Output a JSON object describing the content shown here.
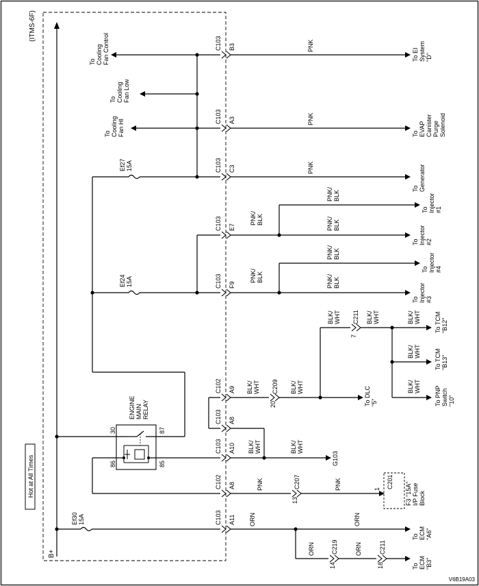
{
  "title": "(ITMS-6F)",
  "figure_id": "V6B19A03",
  "hot_label": "Hot at All Times",
  "bplus_label": "B+",
  "fuses": {
    "ef27": [
      "Ef27",
      "15A"
    ],
    "ef24": [
      "Ef24",
      "15A"
    ],
    "ef30": [
      "Ef30",
      "15A"
    ]
  },
  "relay": {
    "name": [
      "ENGINE",
      "MAIN",
      "RELAY"
    ],
    "pins": {
      "p30": "30",
      "p87": "87",
      "p86": "86",
      "p85": "85"
    }
  },
  "connectors": {
    "b3": [
      "C103",
      "B3"
    ],
    "a3": [
      "C103",
      "A3"
    ],
    "c3": [
      "C103",
      "C3"
    ],
    "e7": [
      "C103",
      "E7"
    ],
    "f9": [
      "C103",
      "F9"
    ],
    "a9": [
      "C102",
      "A9"
    ],
    "a8_c103": [
      "C103",
      "A8"
    ],
    "a10": [
      "C103",
      "A10"
    ],
    "a8_c102": [
      "C102",
      "A8"
    ],
    "a11": [
      "C103",
      "A11"
    ],
    "c211_top": [
      "C211",
      "7"
    ],
    "c209": [
      "C209",
      "20"
    ],
    "c207": [
      "C207",
      "13"
    ],
    "c201": [
      "C201",
      "1"
    ],
    "c219": [
      "C219",
      "14"
    ],
    "c211_bot": [
      "C211",
      "18"
    ]
  },
  "wire_colors": {
    "pnk": "PNK",
    "pnk_blk": [
      "PNK/",
      "BLK"
    ],
    "blk_wht": [
      "BLK/",
      "WHT"
    ],
    "orn": "ORN"
  },
  "destinations": {
    "cooling_fan_control": [
      "To",
      "Cooling",
      "Fan Control"
    ],
    "cooling_fan_low": [
      "To",
      "Cooling",
      "Fan Low"
    ],
    "cooling_fan_hi": [
      "To",
      "Cooling",
      "Fan HI"
    ],
    "ei_system": [
      "To EI",
      "System",
      "\"D\""
    ],
    "evap": [
      "To",
      "EVAP",
      "Canister",
      "Purge",
      "Solenoid"
    ],
    "generator": [
      "To",
      "Generator"
    ],
    "injector1": [
      "To",
      "Injector",
      "#1"
    ],
    "injector2": [
      "To",
      "Injector",
      "#2"
    ],
    "injector4": [
      "To",
      "Injector",
      "#4"
    ],
    "injector3": [
      "To",
      "Injector",
      "#3"
    ],
    "tcm_b12": [
      "To TCM",
      "\"B12\""
    ],
    "tcm_b13": [
      "To TCM",
      "\"B13\""
    ],
    "pnp": [
      "To PNP",
      "Switch",
      "\"10\""
    ],
    "dlc": [
      "To DLC",
      "\"5\""
    ],
    "ground": "G103",
    "fuse_block": [
      "F3 \"15A\"",
      "I/P Fuse",
      "Block"
    ],
    "ecm_a6": [
      "To",
      "ECM",
      "\"A6\""
    ],
    "ecm_b3": [
      "To",
      "ECM",
      "\"B3\""
    ]
  }
}
